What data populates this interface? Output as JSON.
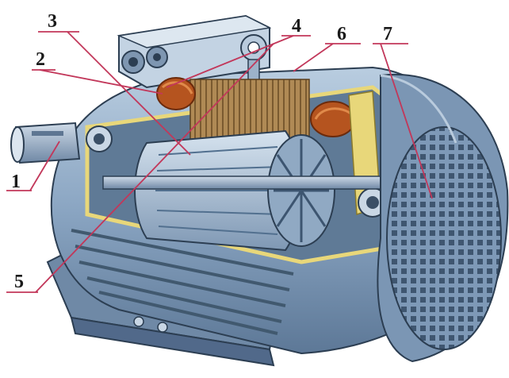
{
  "diagram": {
    "callouts": [
      {
        "id": "1",
        "label": "1"
      },
      {
        "id": "2",
        "label": "2"
      },
      {
        "id": "3",
        "label": "3"
      },
      {
        "id": "4",
        "label": "4"
      },
      {
        "id": "5",
        "label": "5"
      },
      {
        "id": "6",
        "label": "6"
      },
      {
        "id": "7",
        "label": "7"
      }
    ],
    "colors": {
      "housing": "#8fa9c4",
      "housing_dark": "#4f6a86",
      "cutaway_edge": "#e8d77a",
      "winding": "#b5541f",
      "stator_core": "#a07a4a",
      "leader_line": "#c2375a"
    }
  }
}
